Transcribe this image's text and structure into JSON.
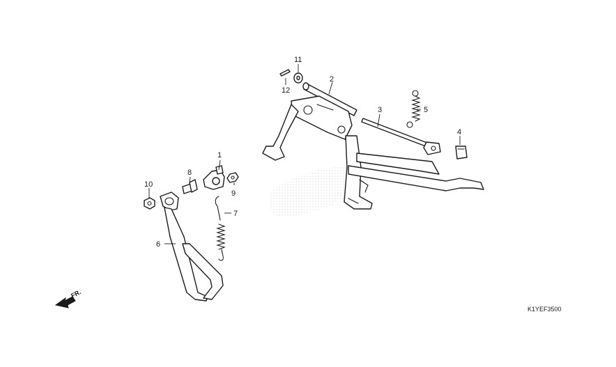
{
  "callouts": {
    "c1": "1",
    "c2": "2",
    "c3": "3",
    "c4": "4",
    "c5": "5",
    "c6": "6",
    "c7": "7",
    "c8": "8",
    "c9": "9",
    "c10": "10",
    "c11": "11",
    "c12": "12"
  },
  "front_arrow_label": "FR.",
  "diagram_code": "K1YEF3500",
  "colors": {
    "line": "#1a1a1a",
    "background": "#ffffff",
    "dots": "#c0c0c0"
  },
  "icons": {
    "front_arrow": "front-arrow-icon"
  }
}
